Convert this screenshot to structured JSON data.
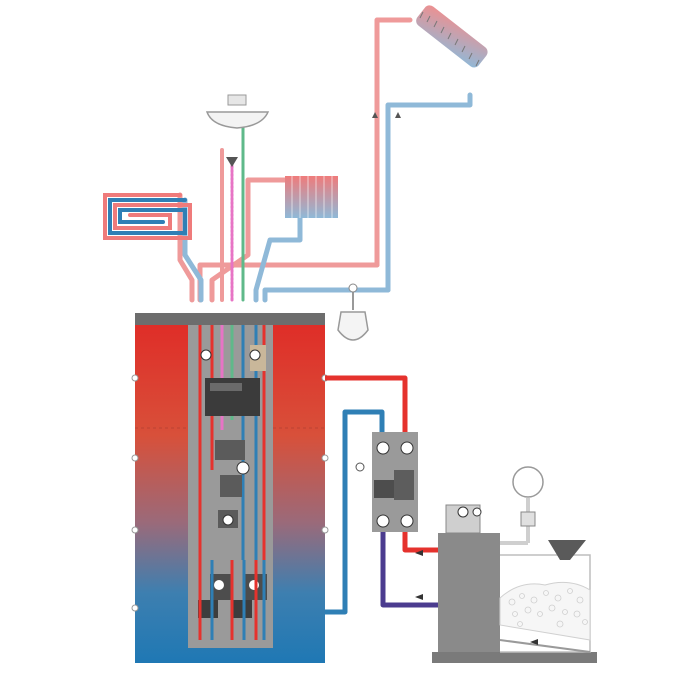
{
  "diagram": {
    "colors": {
      "hot": "#e5322d",
      "hot_light": "#ef8f8f",
      "cold": "#2f7fb5",
      "cold_light": "#8fb9d8",
      "return_purple": "#4b3c8f",
      "gas_green": "#5fb98a",
      "pink": "#e774c5",
      "grey_dark": "#4d4d4d",
      "grey_mid": "#8a8a8a",
      "grey_light": "#cfcfcf"
    },
    "components": [
      {
        "name": "solar-collector",
        "icon": "solar-panel-icon"
      },
      {
        "name": "washbasin",
        "icon": "sink-icon"
      },
      {
        "name": "radiator",
        "icon": "radiator-icon"
      },
      {
        "name": "underfloor-heating-loop",
        "icon": "floor-heating-icon"
      },
      {
        "name": "expansion-vessel",
        "icon": "expansion-tank-icon"
      },
      {
        "name": "stratified-storage-tank",
        "icon": "tank-icon"
      },
      {
        "name": "pump-group",
        "icon": "pump-icon"
      },
      {
        "name": "solid-fuel-boiler",
        "icon": "boiler-icon"
      },
      {
        "name": "pellet-hopper",
        "icon": "hopper-icon"
      }
    ]
  }
}
